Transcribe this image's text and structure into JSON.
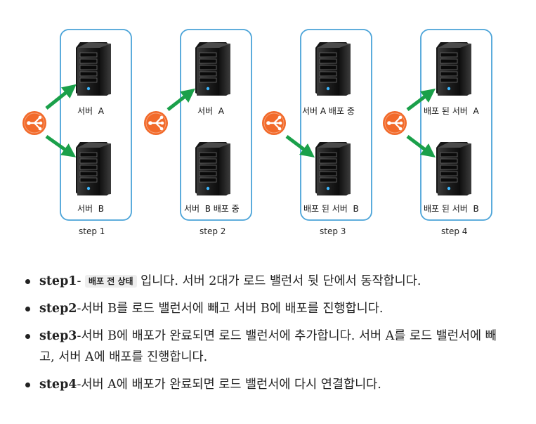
{
  "steps": [
    {
      "label": "step 1",
      "server_top": "서버  A",
      "server_bottom": "서버  B",
      "arrows": [
        "up",
        "down"
      ]
    },
    {
      "label": "step 2",
      "server_top": "서버  A",
      "server_bottom": "서버  B 배포 중",
      "arrows": [
        "up"
      ]
    },
    {
      "label": "step 3",
      "server_top": "서버 A 배포 중",
      "server_bottom": "배포 된 서버  B",
      "arrows": [
        "down"
      ]
    },
    {
      "label": "step 4",
      "server_top": "배포 된 서버  A",
      "server_bottom": "배포 된 서버  B",
      "arrows": [
        "up",
        "down"
      ]
    }
  ],
  "notes": [
    {
      "title": "step1",
      "sep": "-",
      "code": "배포 전 상태",
      "text": " 입니다. 서버 2대가 로드 밸런서 뒷 단에서 동작합니다."
    },
    {
      "title": "step2",
      "text": "-서버 B를 로드 밸런서에 빼고 서버 B에 배포를 진행합니다."
    },
    {
      "title": "step3",
      "text": "-서버 B에 배포가 완료되면 로드 밸런서에 추가합니다. 서버 A를 로드 밸런서에 빼고, 서버 A에 배포를 진행합니다."
    },
    {
      "title": "step4",
      "text": "-서버 A에 배포가 완료되면 로드 밸런서에 다시 연결합니다."
    }
  ],
  "colors": {
    "panel_border": "#4aa3d8",
    "arrow": "#1aa04a",
    "balancer": "#f26a2a",
    "server": "#1c1c1c"
  }
}
